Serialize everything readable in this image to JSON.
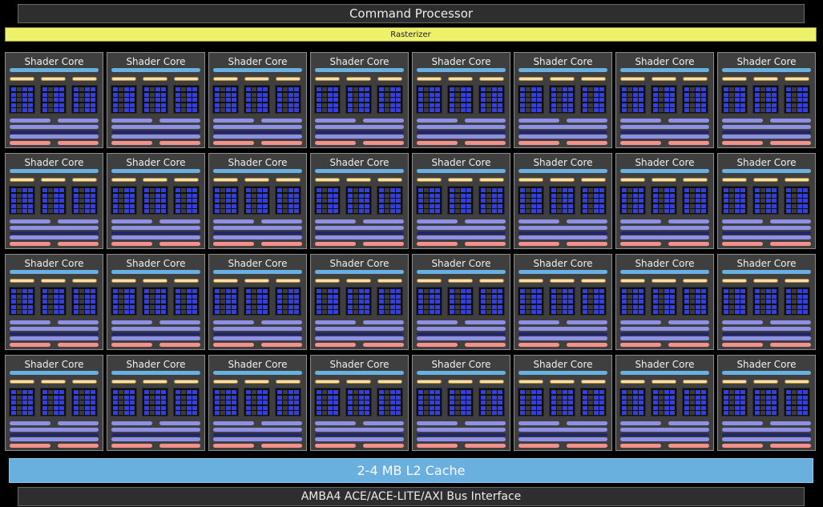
{
  "header": {
    "title": "Command Processor"
  },
  "rasterizer": {
    "label": "Rasterizer"
  },
  "cores": {
    "label": "Shader Core",
    "rows": 4,
    "cols": 8
  },
  "cache": {
    "label": "2-4 MB L2 Cache"
  },
  "footer": {
    "label": "AMBA4 ACE/ACE-LITE/AXI Bus Interface"
  },
  "colors": {
    "background": "#000000",
    "panel": "#2e2e2e",
    "rasterizer": "#eef26a",
    "cache": "#6ab0de",
    "core": "#3f3f3f",
    "register_cell": "#3540d8",
    "lavender": "#8e90e6",
    "salmon": "#f4918c",
    "tan": "#f6dfad"
  }
}
